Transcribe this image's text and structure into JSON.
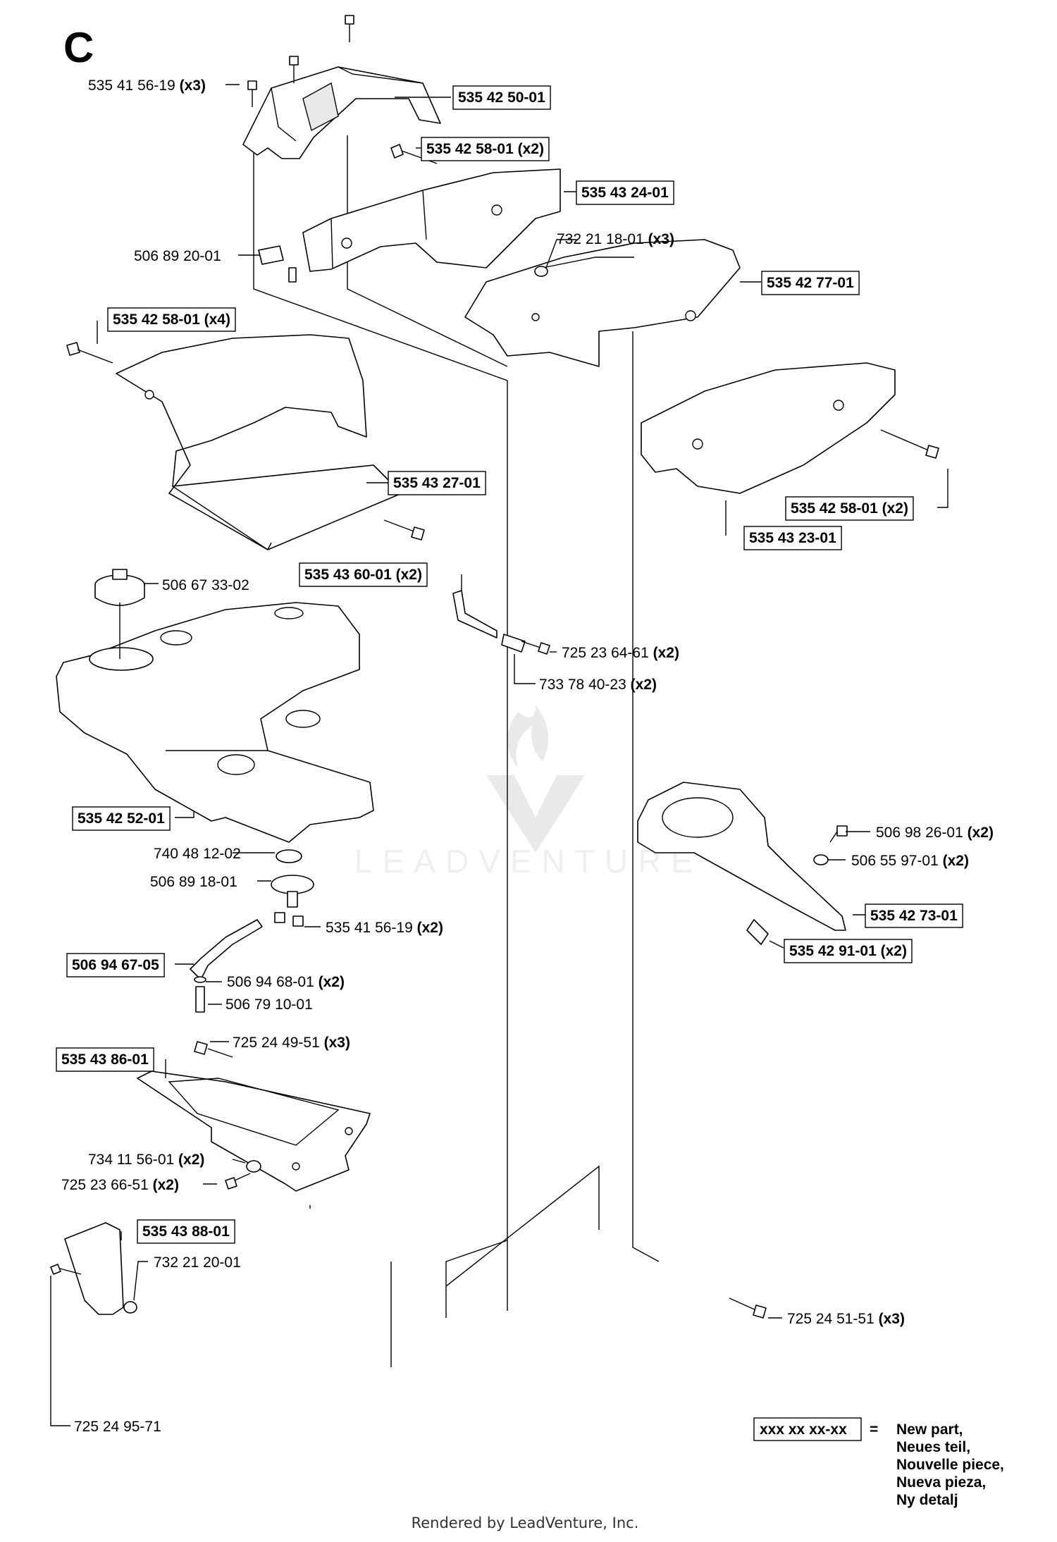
{
  "section_letter": "C",
  "callouts": {
    "c_535_41_56_19_top": {
      "number": "535 41 56-19",
      "qty": "(x3)",
      "framed": false
    },
    "c_535_42_50_01": {
      "number": "535 42 50-01",
      "qty": "",
      "framed": true
    },
    "c_535_42_58_01_x2_top": {
      "number": "535 42 58-01",
      "qty": "(x2)",
      "framed": true
    },
    "c_535_43_24_01": {
      "number": "535 43 24-01",
      "qty": "",
      "framed": true
    },
    "c_506_89_20_01": {
      "number": "506 89 20-01",
      "qty": "",
      "framed": false
    },
    "c_732_21_18_01": {
      "number": "732 21 18-01",
      "qty": "(x3)",
      "framed": false
    },
    "c_535_42_77_01": {
      "number": "535 42 77-01",
      "qty": "",
      "framed": true
    },
    "c_535_42_58_01_x4": {
      "number": "535 42 58-01",
      "qty": "(x4)",
      "framed": true
    },
    "c_535_43_27_01": {
      "number": "535 43 27-01",
      "qty": "",
      "framed": true
    },
    "c_535_42_58_01_x2_right": {
      "number": "535 42 58-01",
      "qty": "(x2)",
      "framed": true
    },
    "c_535_43_23_01": {
      "number": "535 43 23-01",
      "qty": "",
      "framed": true
    },
    "c_506_67_33_02": {
      "number": "506 67 33-02",
      "qty": "",
      "framed": false
    },
    "c_535_43_60_01": {
      "number": "535 43 60-01",
      "qty": "(x2)",
      "framed": true
    },
    "c_725_23_64_61": {
      "number": "725 23 64-61",
      "qty": "(x2)",
      "framed": false
    },
    "c_733_78_40_23": {
      "number": "733 78 40-23",
      "qty": "(x2)",
      "framed": false
    },
    "c_535_42_52_01": {
      "number": "535 42 52-01",
      "qty": "",
      "framed": true
    },
    "c_740_48_12_02": {
      "number": "740 48 12-02",
      "qty": "",
      "framed": false
    },
    "c_506_89_18_01": {
      "number": "506 89 18-01",
      "qty": "",
      "framed": false
    },
    "c_535_41_56_19_mid": {
      "number": "535 41 56-19",
      "qty": "(x2)",
      "framed": false
    },
    "c_506_98_26_01": {
      "number": "506 98 26-01",
      "qty": "(x2)",
      "framed": false
    },
    "c_506_55_97_01": {
      "number": "506 55 97-01",
      "qty": "(x2)",
      "framed": false
    },
    "c_535_42_73_01": {
      "number": "535 42 73-01",
      "qty": "",
      "framed": true
    },
    "c_535_42_91_01": {
      "number": "535 42 91-01",
      "qty": "(x2)",
      "framed": true
    },
    "c_506_94_67_05": {
      "number": "506 94 67-05",
      "qty": "",
      "framed": true
    },
    "c_506_94_68_01": {
      "number": "506 94 68-01",
      "qty": "(x2)",
      "framed": false
    },
    "c_506_79_10_01": {
      "number": "506 79 10-01",
      "qty": "",
      "framed": false
    },
    "c_725_24_49_51": {
      "number": "725 24 49-51",
      "qty": "(x3)",
      "framed": false
    },
    "c_535_43_86_01": {
      "number": "535 43 86-01",
      "qty": "",
      "framed": true
    },
    "c_734_11_56_01": {
      "number": "734 11 56-01",
      "qty": "(x2)",
      "framed": false
    },
    "c_725_23_66_51": {
      "number": "725 23 66-51",
      "qty": "(x2)",
      "framed": false
    },
    "c_535_43_88_01": {
      "number": "535 43 88-01",
      "qty": "",
      "framed": true
    },
    "c_732_21_20_01": {
      "number": "732 21 20-01",
      "qty": "",
      "framed": false
    },
    "c_725_24_51_51": {
      "number": "725 24 51-51",
      "qty": "(x3)",
      "framed": false
    },
    "c_725_24_95_71": {
      "number": "725 24 95-71",
      "qty": "",
      "framed": false
    }
  },
  "legend": {
    "sample": "xxx xx xx-xx",
    "equals": "=",
    "lines": [
      "New part,",
      "Neues teil,",
      "Nouvelle piece,",
      "Nueva pieza,",
      "Ny detalj"
    ]
  },
  "watermark": "LEADVENTURE",
  "footer": "Rendered by LeadVenture, Inc."
}
